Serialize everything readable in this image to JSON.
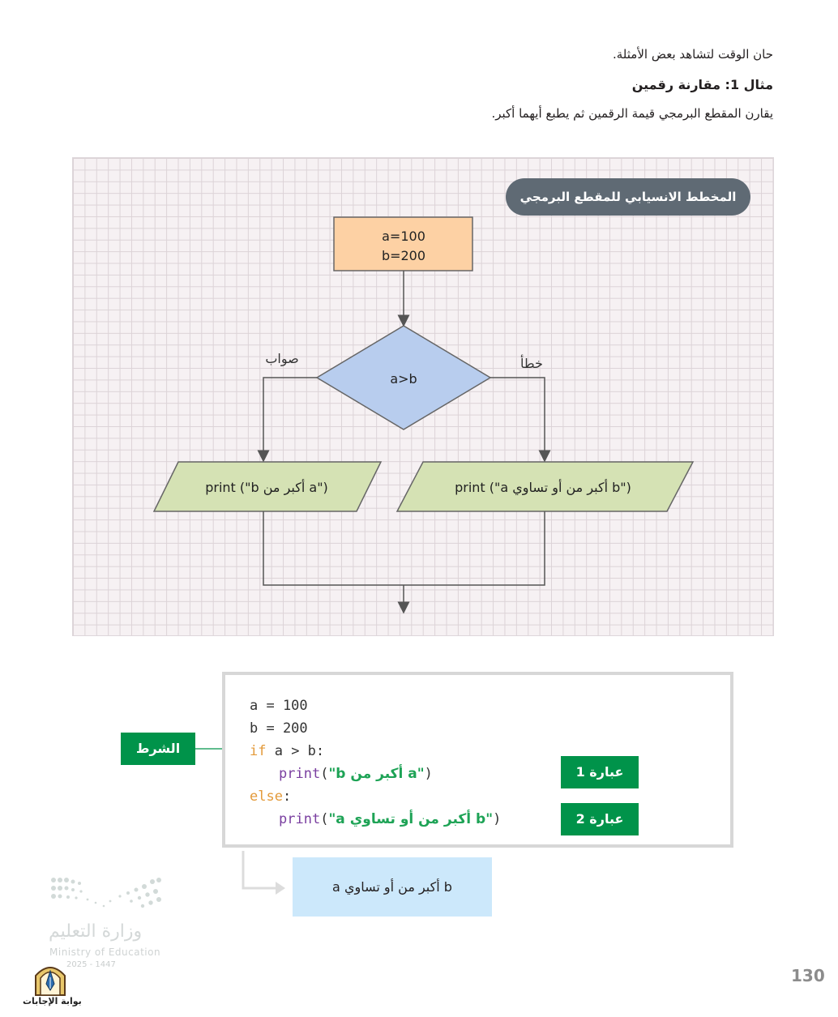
{
  "intro": {
    "line": "حان الوقت لتشاهد بعض الأمثلة.",
    "example_title": "مثال 1: مقارنة رقمين",
    "description": "يقارن المقطع البرمجي قيمة الرقمين ثم يطبع أيهما أكبر."
  },
  "flowchart": {
    "title": "المخطط الانسيابي للمقطع البرمجي",
    "start_line1": "a=100",
    "start_line2": "b=200",
    "decision": "a>b",
    "true_label": "صواب",
    "false_label": "خطأ",
    "true_output": "print (\"b أكبر من a\")",
    "false_output": "print (\"a أكبر من أو تساوي b\")"
  },
  "code": {
    "line1": "a = 100",
    "line2": "b = 200",
    "if_kw": "if",
    "if_rest": " a > b:",
    "print_kw": "print",
    "print1_str": "\"b أكبر من a\"",
    "else_kw": "else",
    "print2_str": "\"a أكبر من أو تساوي b\""
  },
  "labels": {
    "condition": "الشرط",
    "statement1": "عبارة 1",
    "statement2": "عبارة 2"
  },
  "output": "a أكبر من أو تساوي b",
  "page_number": "130",
  "ministry": {
    "name_ar": "وزارة التعليم",
    "name_en": "Ministry of Education",
    "year": "2025 - 1447"
  },
  "portal": {
    "name": "بوابة الإجابات"
  },
  "colors": {
    "start_box": "#fdd1a4",
    "decision": "#b8cdee",
    "output_box": "#d5e2b4",
    "label_green": "#00934a",
    "pill": "#5f6a74"
  }
}
